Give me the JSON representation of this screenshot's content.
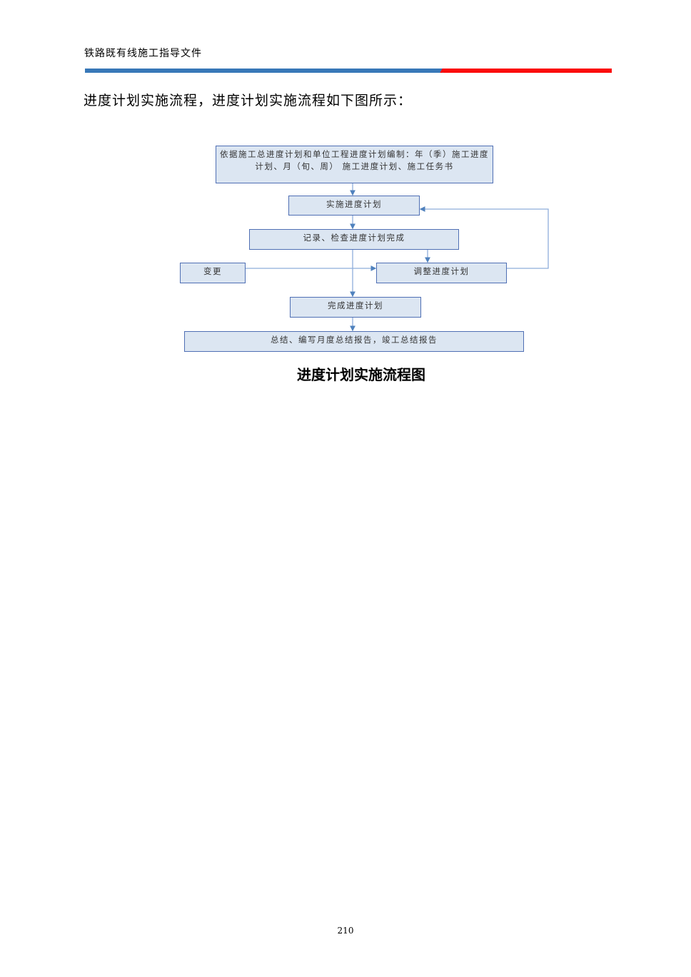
{
  "header": {
    "title": "铁路既有线施工指导文件",
    "colors": {
      "blue": "#3878b8",
      "red": "#fb0a0a"
    }
  },
  "intro": "进度计划实施流程，进度计划实施流程如下图所示：",
  "diagram": {
    "nodes": {
      "basis": "依据施工总进度计划和单位工程进度计划编制：年（季）施工进度计划、月（旬、周） 施工进度计划、施工任务书",
      "implement": "实施进度计划",
      "record": "记录、检查进度计划完成",
      "change": "变更",
      "adjust": "调整进度计划",
      "complete": "完成进度计划",
      "summary": "总结、编写月度总结报告，竣工总结报告"
    },
    "colors": {
      "fill": "#dce6f2",
      "border": "#4f6fb4",
      "line": "#95b3d7",
      "arrow": "#4f81bd"
    }
  },
  "caption": "进度计划实施流程图",
  "page_number": "210"
}
